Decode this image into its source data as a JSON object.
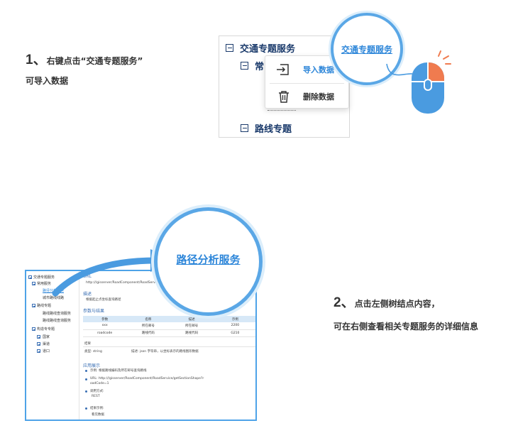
{
  "step1": {
    "number": "1、",
    "line1": "右键点击“交通专题服务”",
    "line2": "可导入数据"
  },
  "step2": {
    "number": "2、",
    "line1": "点击左侧树结点内容，",
    "line2": "可在右侧查看相关专题服务的详细信息"
  },
  "top_tree": {
    "root": "交通专题服务",
    "child1": "常",
    "child2": "路线专题"
  },
  "context_menu": {
    "import": "导入数据",
    "delete": "删除数据"
  },
  "magnifier_top": {
    "label": "交通专题服务"
  },
  "magnifier_bottom": {
    "label": "路径分析服务"
  },
  "shot": {
    "tree": {
      "root": "交通专题服务",
      "group1": "常用服务",
      "item_selected": "路径分析服务",
      "item2": "城市路线线路",
      "group2": "路线专题",
      "item3": "路线路线查询服务",
      "item4": "路线路线查询服务",
      "group3": "构造专专题",
      "n1": "国家",
      "n2": "渠道",
      "n3": "道口"
    },
    "url_label": "URL",
    "url_value": "http:///gisserver/RoadComponent/RoadServ",
    "desc_label": "描述",
    "desc_value": "根据起止点坐标查询路径",
    "params_label": "参数与结果",
    "table_headers": [
      "参数",
      "名称",
      "描述",
      "示例"
    ],
    "table_rows": [
      [
        "xxx",
        "所在邮号",
        "所在邮号",
        "2200"
      ],
      [
        "roadcode",
        "路线代码",
        "路线代码",
        "G210"
      ]
    ],
    "result_label": "结果",
    "result_type": "类型: string",
    "result_desc": "描述: json 字符串，以坐标表示的路线图形数据",
    "usage_label": "应用展示",
    "usage_item1": "示例: 根据路线编码及所在邮号查询路线",
    "usage_item2a": "URL: http:///gisserver/RoadComponent/RoadService/getSectionShape?r",
    "usage_item2b": "oadCode=1",
    "usage_item3": "调用方式:",
    "usage_item3_val": "REST",
    "usage_item4": "结果示例:",
    "usage_item4_val": "看见数据"
  },
  "colors": {
    "accent": "#5aa7e6",
    "link": "#2d86d9",
    "mouse_body": "#4a9be0",
    "mouse_button": "#f07b4f"
  }
}
